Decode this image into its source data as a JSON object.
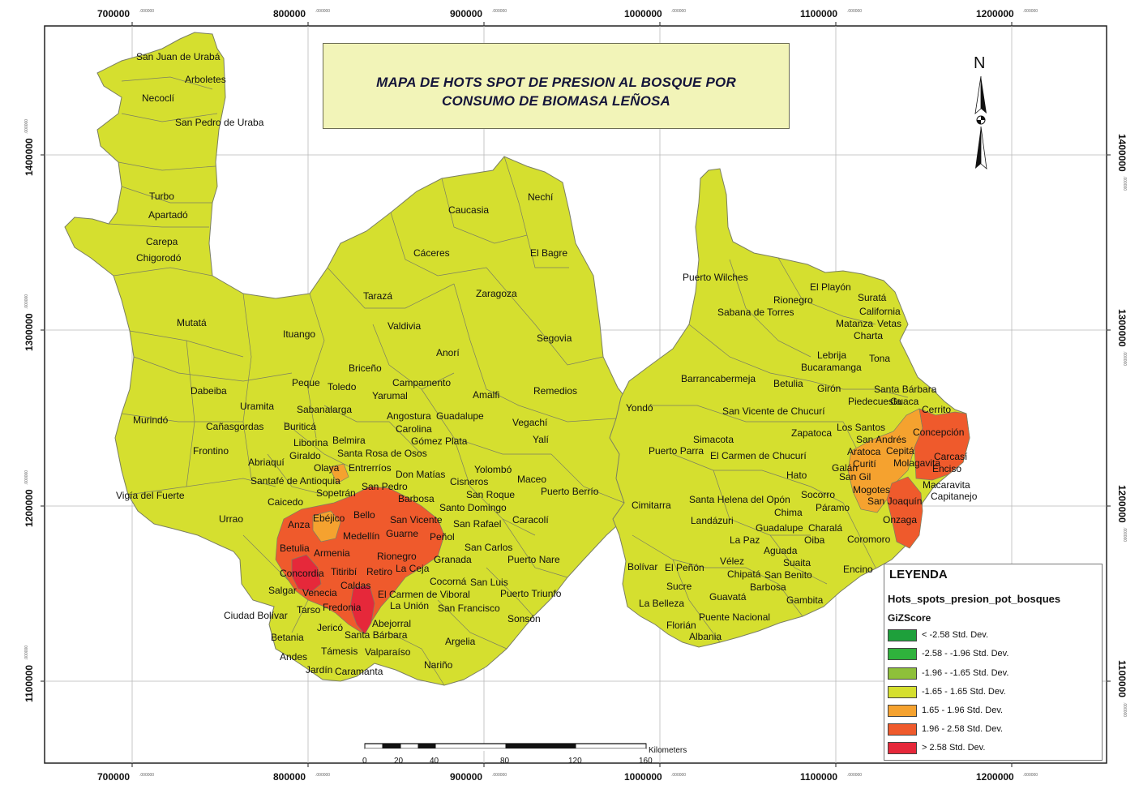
{
  "colors": {
    "base": "#d5df2f",
    "border": "#7b7f62",
    "orange": "#f5a22f",
    "red_orange": "#ef5a2c",
    "red": "#e6283a",
    "grid": "#b9b9b9",
    "title_box": "#f2f4b8",
    "title_text": "#15153a"
  },
  "title": {
    "line1": "MAPA DE HOTS SPOT DE PRESION AL BOSQUE POR",
    "line2": "CONSUMO DE BIOMASA LEÑOSA"
  },
  "north": {
    "label": "N"
  },
  "coords": {
    "x_labels": [
      "700000",
      "800000",
      "900000",
      "1000000",
      "1100000",
      "1200000"
    ],
    "x_suffix": ".000000",
    "y_labels": [
      "1400000",
      "1300000",
      "1200000",
      "1100000"
    ],
    "y_suffix": ".000000"
  },
  "scale_bar": {
    "ticks": [
      "0",
      "20",
      "40",
      "80",
      "120",
      "160"
    ],
    "unit": "Kilometers"
  },
  "legend": {
    "title": "LEYENDA",
    "layer": "Hots_spots_presion_pot_bosques",
    "field": "GiZScore",
    "items": [
      {
        "label": "< -2.58 Std. Dev.",
        "color": "#1ea03b"
      },
      {
        "label": "-2.58 - -1.96 Std. Dev.",
        "color": "#2fb23c"
      },
      {
        "label": "-1.96 - -1.65 Std. Dev.",
        "color": "#8ec03a"
      },
      {
        "label": "-1.65 - 1.65 Std. Dev.",
        "color": "#d5df2f"
      },
      {
        "label": "1.65 - 1.96 Std. Dev.",
        "color": "#f5a22f"
      },
      {
        "label": "1.96 - 2.58 Std. Dev.",
        "color": "#ef5a2c"
      },
      {
        "label": "> 2.58 Std. Dev.",
        "color": "#e6283a"
      }
    ]
  },
  "places": [
    "San Juan de Urabá",
    "Arboletes",
    "Necoclí",
    "San Pedro de Uraba",
    "Turbo",
    "Apartadó",
    "Carepa",
    "Chigorodó",
    "Mutatá",
    "Murindó",
    "Dabeiba",
    "Frontino",
    "Vigía del Fuerte",
    "Urrao",
    "Ituango",
    "Tarazá",
    "Cáceres",
    "Caucasia",
    "Nechí",
    "El Bagre",
    "Zaragoza",
    "Valdivia",
    "Segovia",
    "Anorí",
    "Briceño",
    "Peque",
    "Toledo",
    "Uramita",
    "Sabanalarga",
    "Cañasgordas",
    "Buriticá",
    "Liborina",
    "Belmira",
    "Giraldo",
    "Abriaquí",
    "Olaya",
    "Entrerríos",
    "Santa Rosa de Osos",
    "Yarumal",
    "Campamento",
    "Angostura",
    "Guadalupe",
    "Carolina",
    "Gómez Plata",
    "Amalfi",
    "Remedios",
    "Vegachí",
    "Yalí",
    "Yolombó",
    "Don Matías",
    "Cisneros",
    "Santo Domingo",
    "San Roque",
    "Maceo",
    "Puerto Berrío",
    "Caracolí",
    "Santafé de Antioquia",
    "Sopetrán",
    "San Pedro",
    "Barbosa",
    "Caicedo",
    "Ebéjico",
    "Bello",
    "San Vicente",
    "Anza",
    "Medellín",
    "Guarne",
    "Peñol",
    "San Rafael",
    "Betulia",
    "Armenia",
    "Rionegro",
    "San Carlos",
    "Puerto Nare",
    "Granada",
    "Concordia",
    "Titiribí",
    "La Ceja",
    "Salgar",
    "Caldas",
    "Retiro",
    "Cocorná",
    "San Luis",
    "Venecia",
    "El Carmen de Viboral",
    "Puerto Triunfo",
    "Tarso",
    "Fredonia",
    "La Unión",
    "San Francisco",
    "Ciudad Bolívar",
    "Abejorral",
    "Sonsón",
    "Jericó",
    "Santa Bárbara",
    "Betania",
    "Argelia",
    "Támesis",
    "Valparaíso",
    "Andes",
    "Nariño",
    "Jardín",
    "Caramanta",
    "Puerto Wilches",
    "Rionegro",
    "El Playón",
    "Suratá",
    "California",
    "Sabana de Torres",
    "Matanza",
    "Vetas",
    "Charta",
    "Lebrija",
    "Tona",
    "Bucaramanga",
    "Barrancabermeja",
    "Betulia",
    "Girón",
    "Santa Bárbara",
    "Piedecuesta",
    "Guaca",
    "Cerrito",
    "Yondó",
    "San Vicente de Chucurí",
    "Zapatoca",
    "Los Santos",
    "Simacota",
    "San Andrés",
    "Concepción",
    "Puerto Parra",
    "El Carmen de Chucurí",
    "Aratoca",
    "Cepitá",
    "Carcasí",
    "Curití",
    "Molagavita",
    "Enciso",
    "Hato",
    "Galán",
    "San Gil",
    "Mogotes",
    "Macaravita",
    "Capitanejo",
    "Cimitarra",
    "Santa Helena del Opón",
    "Socorro",
    "San Joaquín",
    "Páramo",
    "Chima",
    "Landázuri",
    "Guadalupe",
    "Charalá",
    "Onzaga",
    "Coromoro",
    "La Paz",
    "Oiba",
    "Aguada",
    "Suaita",
    "Bolívar",
    "El Peñón",
    "Vélez",
    "Chipatá",
    "San Benito",
    "Barbosa",
    "Encino",
    "Sucre",
    "Guavatá",
    "Gambita",
    "La Belleza",
    "Puente Nacional",
    "Florián",
    "Albania"
  ]
}
